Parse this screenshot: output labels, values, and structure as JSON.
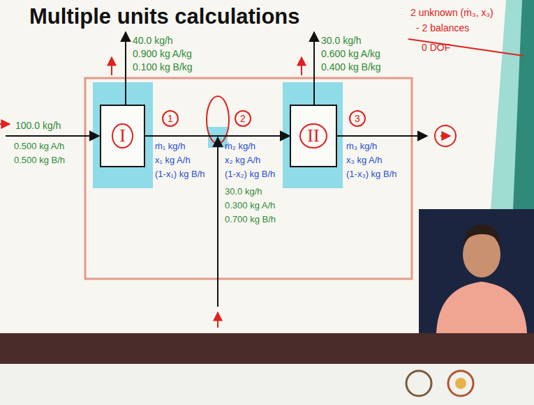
{
  "diagram": {
    "title": "Multiple units calculations",
    "nodes": [
      {
        "text": [
          "I"
        ]
      },
      {
        "text": [
          "II"
        ]
      }
    ],
    "edges": [
      {
        "from": 0,
        "to": 1,
        "arrow": "to"
      }
    ],
    "labels": [
      "40.0 kg/h",
      "0.900 kg A/kg",
      "0.100 kg B/kg",
      "30.0 kg/h",
      "0.600 kg A/kg",
      "0.400 kg B/kg",
      "100.0 kg/h",
      "0.500 kg A/h",
      "0.500 kg B/h",
      "1",
      "2",
      "3",
      "ṁ₁ kg/h",
      "x₁ kg A/h",
      "(1-x₁) kg B/h",
      "ṁ₂ kg/h",
      "x₂ kg A/h",
      "(1-x₂) kg B/h",
      "30.0 kg/h",
      "0.300 kg A/h",
      "0.700 kg B/h",
      "ṁ₃ kg/h",
      "x₃ kg A/h",
      "(1-x₃) kg B/h",
      "2 unknown (ṁ₃, x₃)",
      "- 2 balances",
      "0 DOF"
    ]
  }
}
